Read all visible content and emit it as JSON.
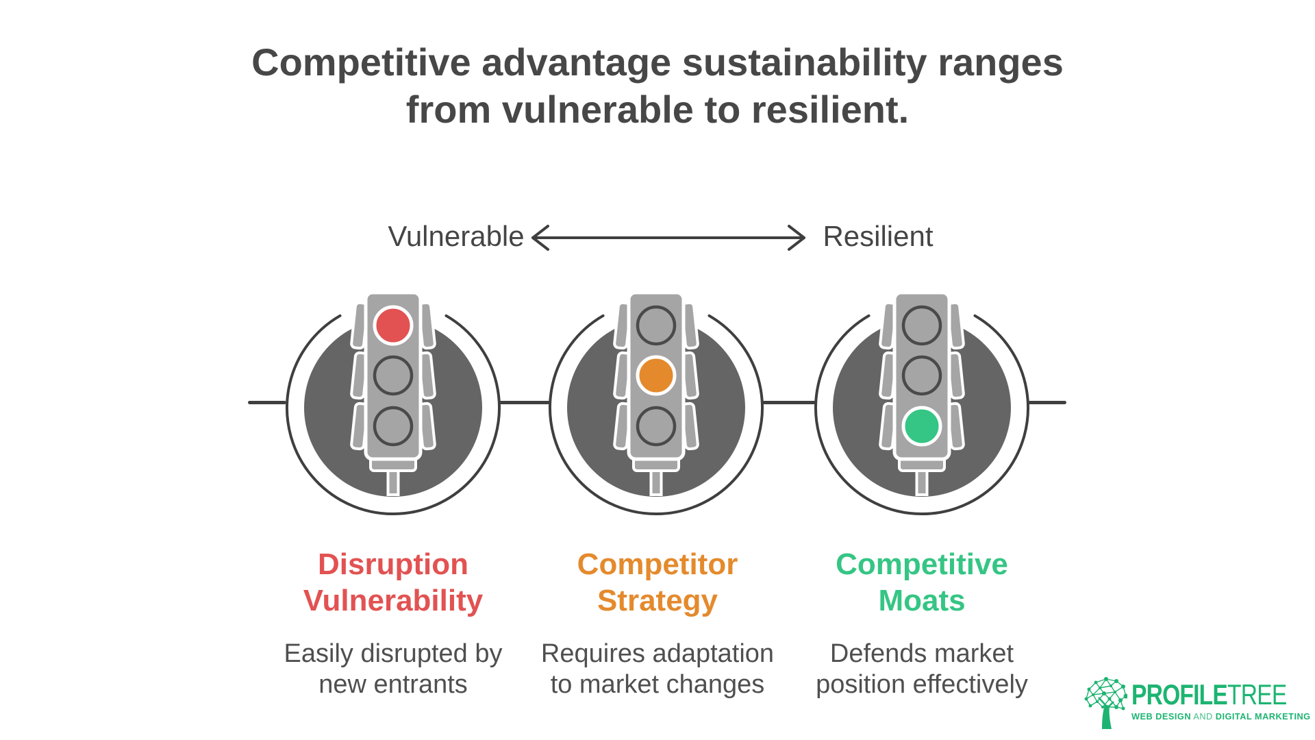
{
  "title": {
    "line1": "Competitive advantage sustainability ranges",
    "line2": "from vulnerable to resilient."
  },
  "scale": {
    "left_label": "Vulnerable",
    "right_label": "Resilient",
    "arrow": "double-headed-arrow"
  },
  "columns": [
    {
      "heading_line1": "Disruption",
      "heading_line2": "Vulnerability",
      "desc_line1": "Easily disrupted by",
      "desc_line2": "new entrants",
      "lit_light": "red",
      "lit_position": "top"
    },
    {
      "heading_line1": "Competitor",
      "heading_line2": "Strategy",
      "desc_line1": "Requires adaptation",
      "desc_line2": "to market changes",
      "lit_light": "orange",
      "lit_position": "middle"
    },
    {
      "heading_line1": "Competitive",
      "heading_line2": "Moats",
      "desc_line1": "Defends market",
      "desc_line2": "position effectively",
      "lit_light": "green",
      "lit_position": "bottom"
    }
  ],
  "colors": {
    "red": "#e25252",
    "orange": "#e48a2d",
    "green": "#35c584",
    "outline": "#3f3f3f",
    "circle": "#656565",
    "body": "#a5a5a5",
    "lampstroke": "#4a4a4a",
    "title": "#474747",
    "text": "#4f4f4f",
    "logo": "#1db471"
  },
  "logo": {
    "icon": "tree-network-icon",
    "brand_bold": "PROFILE",
    "brand_light": "TREE",
    "tagline_part1": "WEB DESIGN",
    "tagline_and": "AND",
    "tagline_part2": "DIGITAL MARKETING"
  }
}
